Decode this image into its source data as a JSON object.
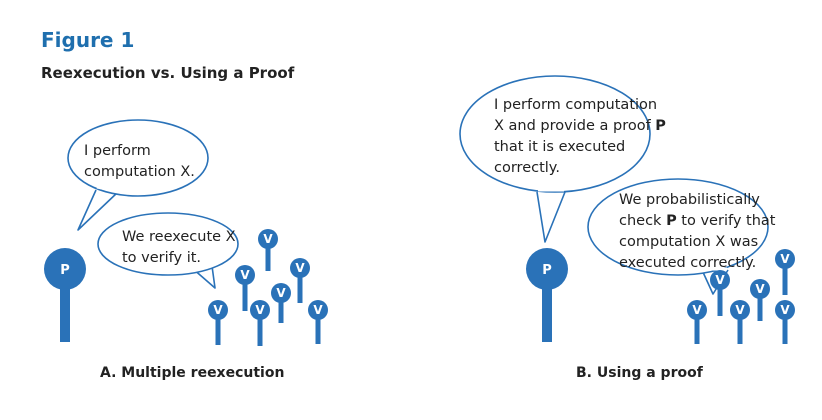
{
  "header": {
    "figure_label": "Figure 1",
    "title": "Reexecution vs. Using a Proof"
  },
  "panel_a": {
    "caption": "A. Multiple reexecution",
    "prover_label": "P",
    "verifier_label": "V",
    "prover_bubble": [
      "I perform",
      "computation X."
    ],
    "verifier_bubble": [
      "We reexecute X",
      "to verify it."
    ]
  },
  "panel_b": {
    "caption": "B. Using a proof",
    "prover_label": "P",
    "verifier_label": "V",
    "prover_bubble": {
      "line1": "I perform computation",
      "line2_pre": "X and provide a proof ",
      "line2_bold": "P",
      "line3": "that it is executed",
      "line4": "correctly."
    },
    "verifier_bubble": {
      "line1": "We probabilistically",
      "line2_pre": "check ",
      "line2_bold": "P",
      "line2_post": " to verify that",
      "line3": "computation X was",
      "line4": "executed correctly."
    }
  },
  "colors": {
    "accent": "#1f6fae",
    "node": "#2a72b8",
    "bubble_stroke": "#2a72b8",
    "text": "#222222"
  }
}
